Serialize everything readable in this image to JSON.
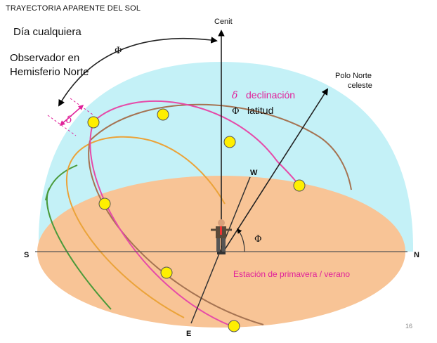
{
  "title": "TRAYECTORIA APARENTE DEL SOL",
  "subtitle_day": "Día cualquiera",
  "observer_line1": "Observador en",
  "observer_line2": "Hemisferio Norte",
  "zenith": "Cenit",
  "pole_line1": "Polo Norte",
  "pole_line2": "celeste",
  "phi": "Φ",
  "delta": "δ",
  "legend_delta": "declinación",
  "legend_phi": "latitud",
  "west": "W",
  "south": "S",
  "north": "N",
  "east": "E",
  "season": "Estación de primavera / verano",
  "page_number": "16",
  "colors": {
    "sky": "#c4f1f7",
    "ground": "#f8c496",
    "summer_path": "#e64aa8",
    "equinox_path": "#a57352",
    "spring_path": "#eba339",
    "winter_path": "#4a9a3a",
    "sun": "#ffef00"
  }
}
